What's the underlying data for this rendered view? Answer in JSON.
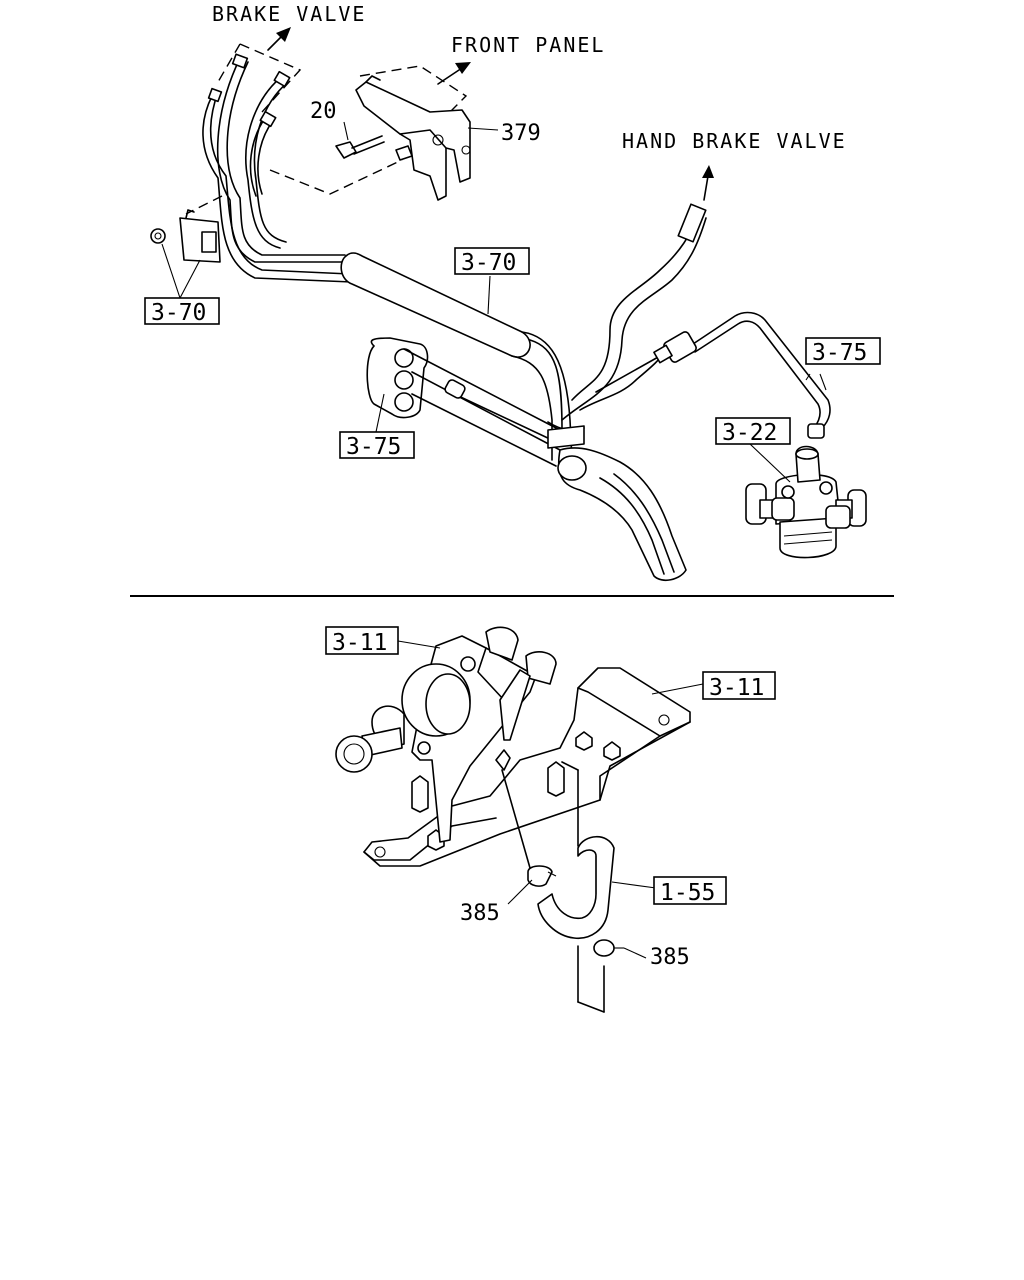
{
  "destinations": {
    "brake_valve": "BRAKE VALVE",
    "front_panel": "FRONT PANEL",
    "hand_brake_valve": "HAND BRAKE VALVE"
  },
  "callouts": {
    "c20": "20",
    "c379": "379",
    "c385_left": "385",
    "c385_right": "385"
  },
  "refs": {
    "r370_left": "3-70",
    "r370_center": "3-70",
    "r375_left": "3-75",
    "r375_right": "3-75",
    "r322": "3-22",
    "r311_left": "3-11",
    "r311_right": "3-11",
    "r155": "1-55"
  },
  "icons": [
    "arrow-icon",
    "bolt-icon",
    "nut-icon",
    "clamp-icon",
    "valve-icon"
  ]
}
